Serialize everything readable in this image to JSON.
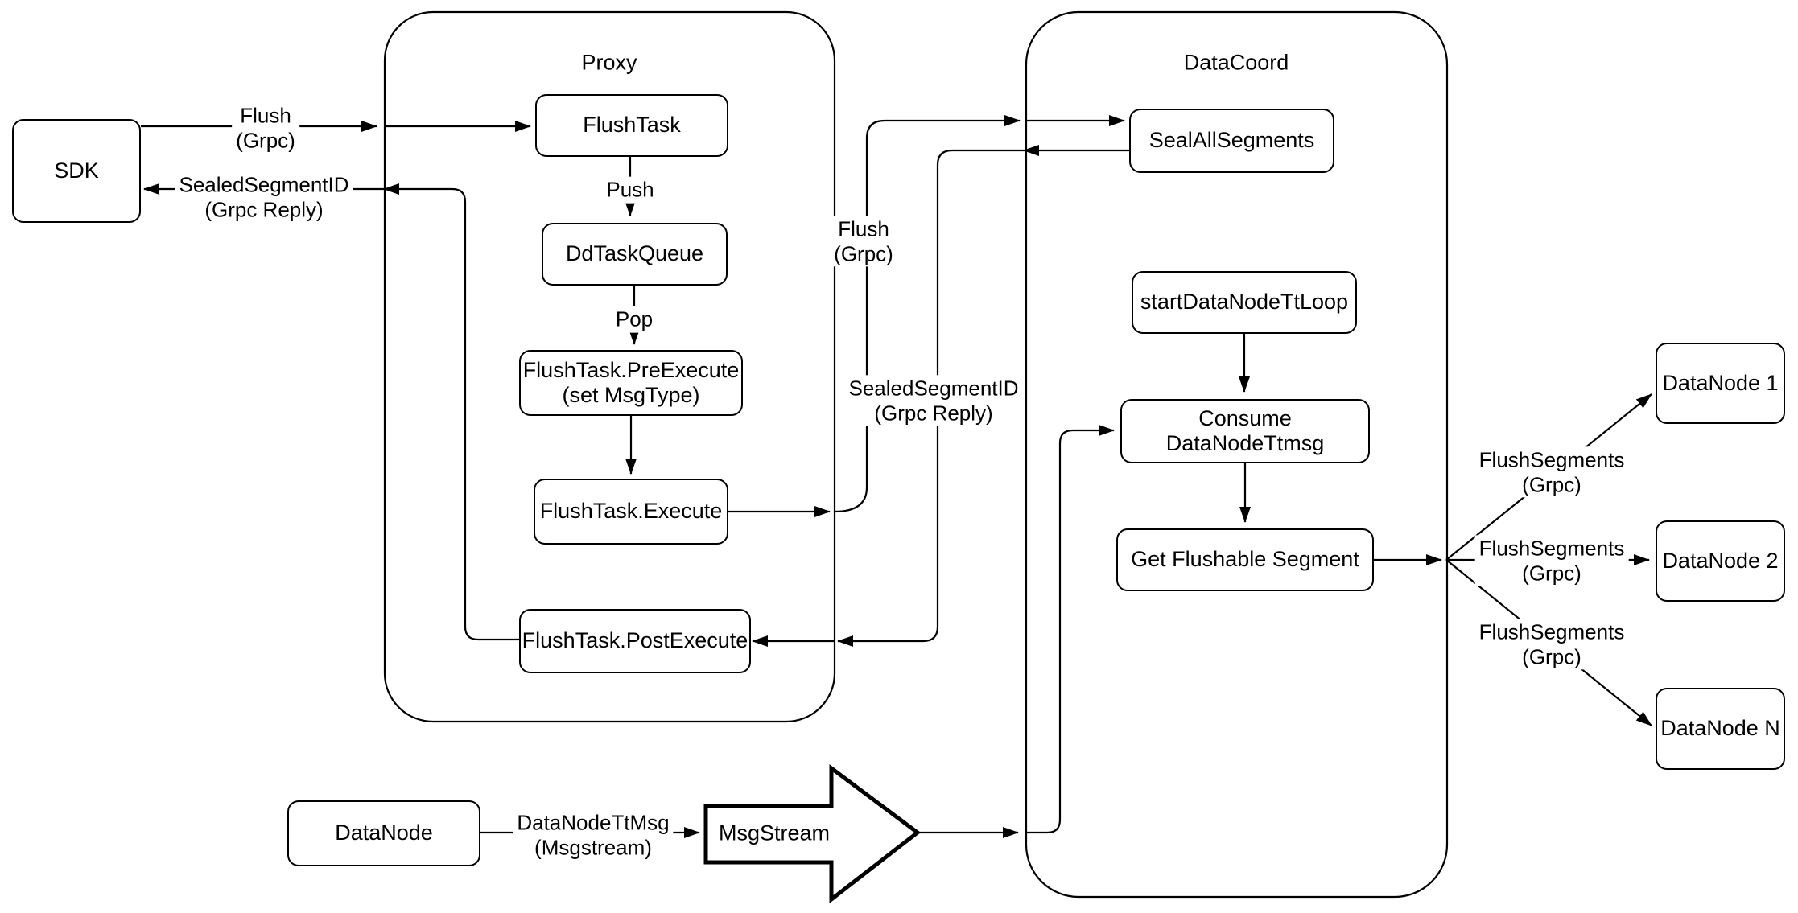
{
  "containers": {
    "proxy": {
      "title": "Proxy"
    },
    "datacoord": {
      "title": "DataCoord"
    }
  },
  "nodes": {
    "sdk": {
      "label": "SDK"
    },
    "flush_task": {
      "label": "FlushTask"
    },
    "dd_task_queue": {
      "label": "DdTaskQueue"
    },
    "pre_execute": {
      "line1": "FlushTask.PreExecute",
      "line2": "(set MsgType)"
    },
    "execute": {
      "label": "FlushTask.Execute"
    },
    "post_execute": {
      "label": "FlushTask.PostExecute"
    },
    "seal_all_segments": {
      "label": "SealAllSegments"
    },
    "start_data_node_tt_loop": {
      "label": "startDataNodeTtLoop"
    },
    "consume_data_node_ttmsg": {
      "label": "Consume DataNodeTtmsg"
    },
    "get_flushable_segment": {
      "label": "Get Flushable Segment"
    },
    "data_node_1": {
      "label": "DataNode 1"
    },
    "data_node_2": {
      "label": "DataNode 2"
    },
    "data_node_n": {
      "label": "DataNode N"
    },
    "data_node_bottom": {
      "label": "DataNode"
    },
    "msg_stream": {
      "label": "MsgStream"
    }
  },
  "edge_labels": {
    "flush_grpc_in": {
      "line1": "Flush",
      "line2": "(Grpc)"
    },
    "sealed_reply_out": {
      "line1": "SealedSegmentID",
      "line2": "(Grpc Reply)"
    },
    "push": {
      "line1": "Push"
    },
    "pop": {
      "line1": "Pop"
    },
    "flush_grpc_mid": {
      "line1": "Flush",
      "line2": "(Grpc)"
    },
    "sealed_reply_mid": {
      "line1": "SealedSegmentID",
      "line2": "(Grpc Reply)"
    },
    "flush_segments_1": {
      "line1": "FlushSegments",
      "line2": "(Grpc)"
    },
    "flush_segments_2": {
      "line1": "FlushSegments",
      "line2": "(Grpc)"
    },
    "flush_segments_3": {
      "line1": "FlushSegments",
      "line2": "(Grpc)"
    },
    "data_node_tt_msg": {
      "line1": "DataNodeTtMsg",
      "line2": "(Msgstream)"
    }
  },
  "colors": {
    "stroke": "#000000",
    "background": "#ffffff"
  }
}
